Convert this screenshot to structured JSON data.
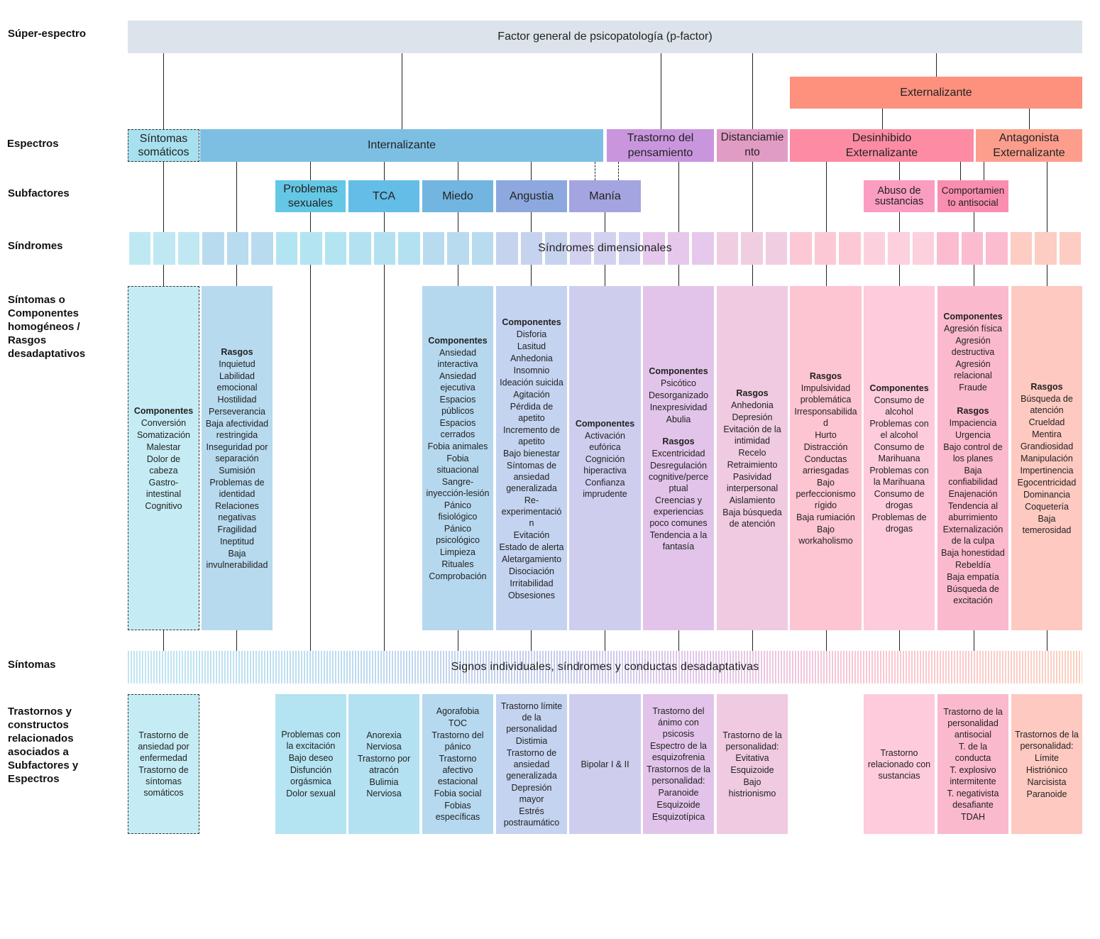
{
  "row_labels": {
    "super": "Súper-espectro",
    "spectra": "Espectros",
    "subfactors": "Subfactores",
    "syndromes": "Síndromes",
    "components": "Síntomas o\nComponentes\nhomogéneos /\nRasgos\ndesadaptativos",
    "symptoms": "Síntomas",
    "disorders": "Trastornos y\nconstructos\nrelacionados\nasociados a\nSubfactores y\nEspectros"
  },
  "top": {
    "pfactor": "Factor general de psicopatología (p-factor)",
    "externalizing": "Externalizante"
  },
  "spectra": {
    "somatic": "Síntomas\nsomáticos",
    "internalizing": "Internalizante",
    "thought": "Trastorno del\npensamiento",
    "detachment": "Distanciamie\nnto",
    "disinhibited": "Desinhibido\nExternalizante",
    "antagonist": "Antagonista\nExternalizante"
  },
  "subfactors": {
    "sexual": "Problemas\nsexuales",
    "eating": "TCA",
    "fear": "Miedo",
    "distress": "Angustia",
    "mania": "Manía",
    "substance": "Abuso de\nsustancias",
    "antisocial": "Comportamien\nto antisocial"
  },
  "syndromes_label": "Síndromes dimensionales",
  "symptoms_label": "Signos individuales, síndromes y conductas desadaptativas",
  "components": {
    "somatic": {
      "header": "Componentes",
      "items": [
        "Conversión",
        "Somatización",
        "Malestar",
        "Dolor de\ncabeza",
        "Gastro-\nintestinal",
        "Cognitivo"
      ]
    },
    "internal_traits": {
      "header": "Rasgos",
      "items": [
        "Inquietud",
        "Labilidad\nemocional",
        "Hostilidad",
        "Perseverancia",
        "Baja afectividad\nrestringida",
        "Inseguridad por\nseparación",
        "Sumisión",
        "Problemas de\nidentidad",
        "Relaciones\nnegativas",
        "Fragilidad",
        "Ineptitud",
        "Baja\ninvulnerabilidad"
      ]
    },
    "fear": {
      "header": "Componentes",
      "items": [
        "Ansiedad\ninteractiva",
        "Ansiedad\nejecutiva",
        "Espacios\npúblicos",
        "Espacios\ncerrados",
        "Fobia animales",
        "Fobia\nsituacional",
        "Sangre-\ninyección-lesión",
        "Pánico\nfisiológico",
        "Pánico\npsicológico",
        "Limpieza",
        "Rituales",
        "Comprobación"
      ]
    },
    "distress": {
      "header": "Componentes",
      "items": [
        "Disforia",
        "Lasitud",
        "Anhedonia",
        "Insomnio",
        "Ideación suicida",
        "Agitación",
        "Pérdida de\napetito",
        "Incremento de\napetito",
        "Bajo bienestar",
        "Síntomas de\nansiedad\ngeneralizada",
        "Re-\nexperimentació\nn",
        "Evitación",
        "Estado de alerta",
        "Aletargamiento",
        "Disociación",
        "Irritabilidad",
        "Obsesiones"
      ]
    },
    "mania": {
      "header": "Componentes",
      "items": [
        "Activación\neufórica",
        "Cognición\nhiperactiva",
        "Confianza\nimprudente"
      ]
    },
    "thought": {
      "header": "Componentes",
      "items": [
        "Psicótico",
        "Desorganizado",
        "Inexpresividad",
        "Abulia"
      ],
      "header2": "Rasgos",
      "items2": [
        "Excentricidad",
        "Desregulación\ncognitive/perce\nptual",
        "Creencias y\nexperiencias\npoco comunes",
        "Tendencia a la\nfantasía"
      ]
    },
    "detachment": {
      "header": "Rasgos",
      "items": [
        "Anhedonia",
        "Depresión",
        "Evitación de la\nintimidad",
        "Recelo",
        "Retraimiento",
        "Pasividad\ninterpersonal",
        "Aislamiento",
        "Baja búsqueda\nde atención"
      ]
    },
    "disinhibited": {
      "header": "Rasgos",
      "items": [
        "Impulsividad\nproblemática",
        "Irresponsabilida\nd",
        "Hurto",
        "Distracción",
        "Conductas\narriesgadas",
        "Bajo\nperfeccionismo\nrígido",
        "Baja rumiación",
        "Bajo\nworkaholismo"
      ]
    },
    "substance": {
      "header": "Componentes",
      "items": [
        "Consumo de\nalcohol",
        "Problemas con\nel alcohol",
        "Consumo de\nMarihuana",
        "Problemas con\nla Marihuana",
        "Consumo de\ndrogas",
        "Problemas de\ndrogas"
      ]
    },
    "antisocial": {
      "header": "Componentes",
      "items": [
        "Agresión física",
        "Agresión\ndestructiva",
        "Agresión\nrelacional",
        "Fraude"
      ],
      "header2": "Rasgos",
      "items2": [
        "Impaciencia",
        "Urgencia",
        "Bajo control de\nlos planes",
        "Baja\nconfiabilidad",
        "Enajenación",
        "Tendencia al\naburrimiento",
        "Externalización\nde la culpa",
        "Baja honestidad",
        "Rebeldía",
        "Baja empatía",
        "Búsqueda de\nexcitación"
      ]
    },
    "antagonist": {
      "header": "Rasgos",
      "items": [
        "Búsqueda de\natención",
        "Crueldad",
        "Mentira",
        "Grandiosidad",
        "Manipulación",
        "Impertinencia",
        "Egocentricidad",
        "Dominancia",
        "Coquetería",
        "Baja\ntemerosidad"
      ]
    }
  },
  "disorders": {
    "somatic": [
      "Trastorno de\nansiedad por\nenfermedad",
      "Trastorno de\nsíntomas\nsomáticos"
    ],
    "sexual": [
      "Problemas con\nla excitación",
      "Bajo deseo",
      "Disfunción\norgásmica",
      "Dolor sexual"
    ],
    "eating": [
      "Anorexia\nNerviosa",
      "Trastorno por\natracón",
      "Bulimia\nNerviosa"
    ],
    "fear": [
      "Agorafobia",
      "TOC",
      "Trastorno del\npánico",
      "Trastorno\nafectivo\nestacional",
      "Fobia social",
      "Fobias\nespecíficas"
    ],
    "distress": [
      "Trastorno límite\nde la\npersonalidad",
      "Distimia",
      "Trastorno de\nansiedad\ngeneralizada",
      "Depresión\nmayor",
      "Estrés\npostraumático"
    ],
    "mania": [
      "Bipolar I & II"
    ],
    "thought": [
      "Trastorno del\nánimo con\npsicosis",
      "Espectro de la\nesquizofrenia",
      "Trastornos de la\npersonalidad:",
      "Paranoide",
      "Esquizoide",
      "Esquizotípica"
    ],
    "detachment": [
      "Trastorno de la\npersonalidad:\nEvitativa",
      "Esquizoide",
      "Bajo\nhistrionismo"
    ],
    "substance": [
      "Trastorno\nrelacionado con\nsustancias"
    ],
    "antisocial": [
      "Trastorno de la\npersonalidad\nantisocial",
      "T. de la\nconducta",
      "T. explosivo\nintermitente",
      "T. negativista\ndesafiante",
      "TDAH"
    ],
    "antagonist": [
      "Trastornos de la\npersonalidad:",
      "Límite",
      "Histriónico",
      "Narcisista",
      "Paranoide"
    ]
  },
  "colors": {
    "pfactor": "#dce3ea",
    "externalizing": "#fe907e",
    "somatic": "#a7e0ee",
    "internalizing": "#7dbfe3",
    "thought": "#c996de",
    "detachment": "#e19cc6",
    "disinhibited": "#fd8ba3",
    "antagonist": "#fd9e8d",
    "sub_sexual": "#64c7e6",
    "sub_eating": "#63bde6",
    "sub_fear": "#71b5e0",
    "sub_distress": "#8ca8df",
    "sub_mania": "#a4a4e0",
    "sub_substance": "#fa9dc0",
    "sub_antisocial": "#fa8eb1"
  }
}
